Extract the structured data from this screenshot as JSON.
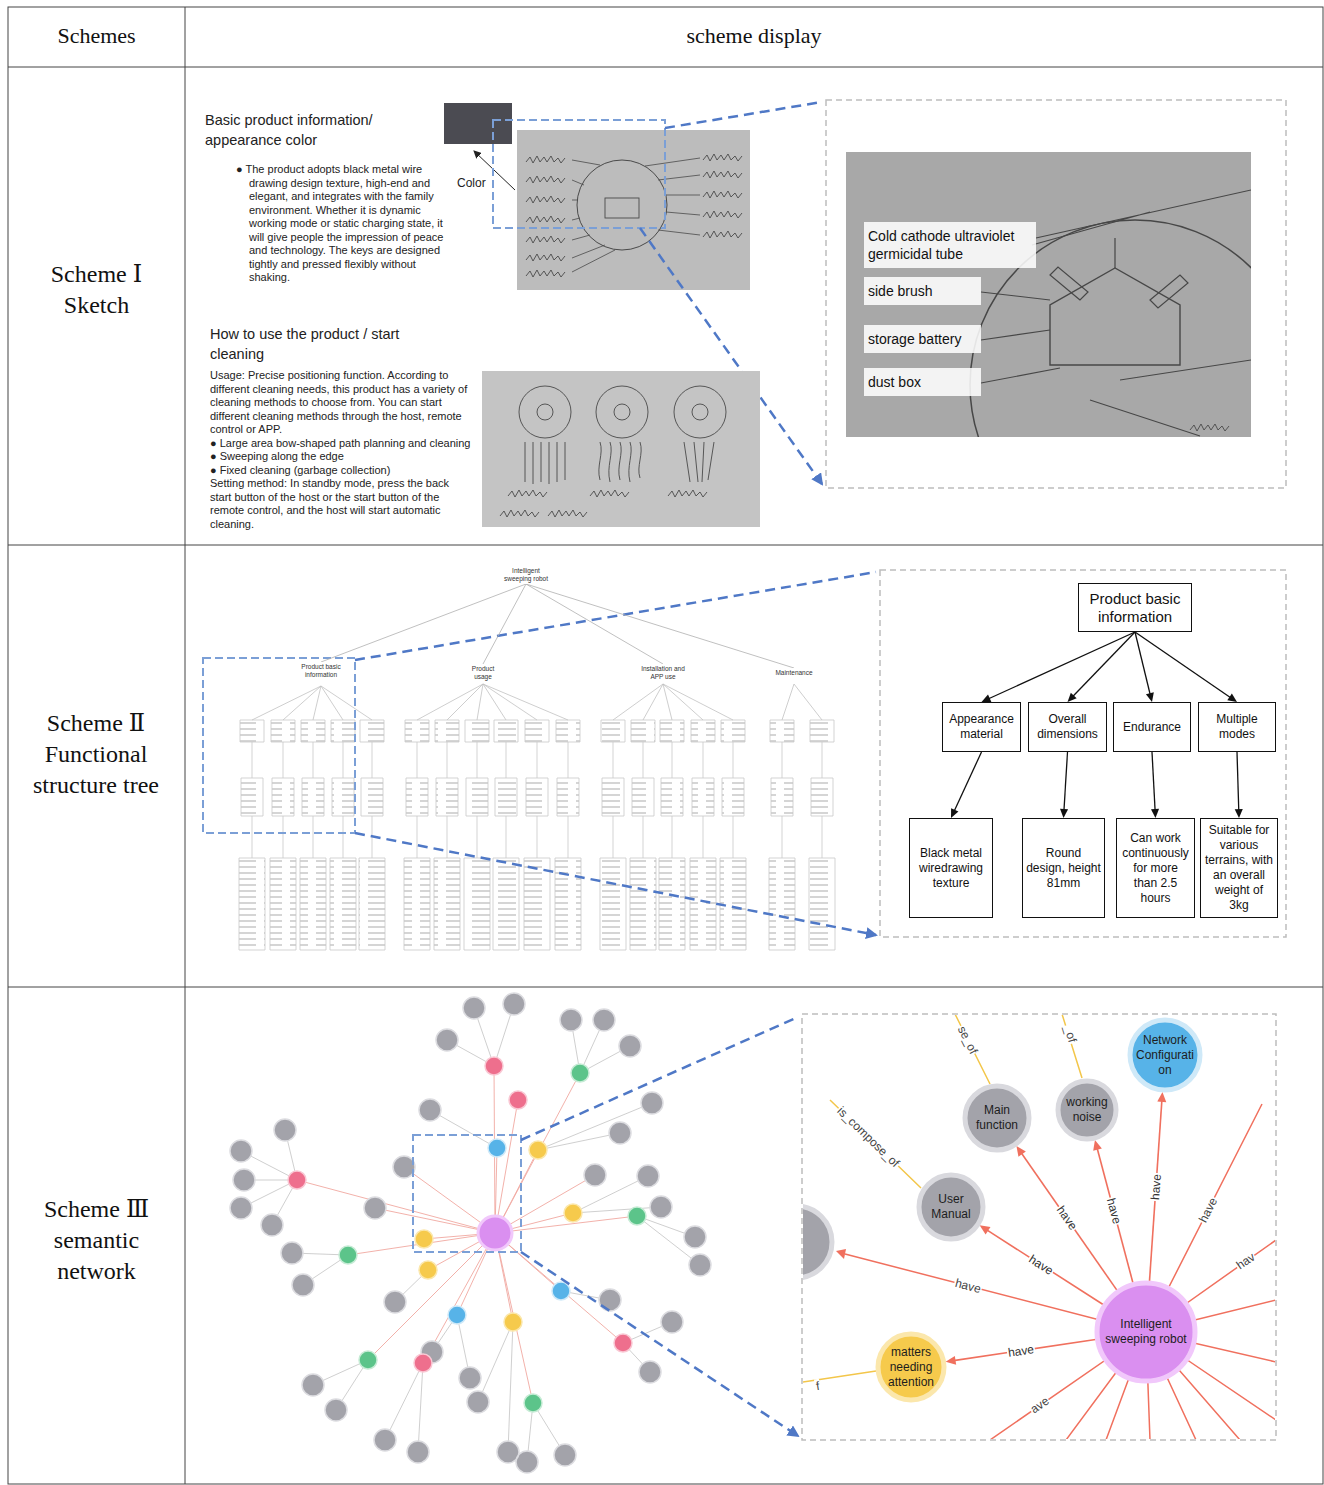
{
  "diagram": {
    "nodes": [
      {
        "text": [
          "Cold cathode ultraviolet germicidal tube"
        ]
      },
      {
        "text": [
          "side brush"
        ]
      },
      {
        "text": [
          "storage battery"
        ]
      },
      {
        "text": [
          "dust box"
        ]
      },
      {
        "text": [
          "Intelligent sweeping robot"
        ]
      },
      {
        "text": [
          "Product basic information"
        ]
      },
      {
        "text": [
          "Product usage"
        ]
      },
      {
        "text": [
          "Installation and APP use"
        ]
      },
      {
        "text": [
          "Maintenance"
        ]
      },
      {
        "text": [
          "Product basic information"
        ]
      },
      {
        "text": [
          "Appearance material"
        ]
      },
      {
        "text": [
          "Overall dimensions"
        ]
      },
      {
        "text": [
          "Endurance"
        ]
      },
      {
        "text": [
          "Multiple modes"
        ]
      },
      {
        "text": [
          "Black metal wiredrawing texture"
        ]
      },
      {
        "text": [
          "Round design, height 81mm"
        ]
      },
      {
        "text": [
          "Can work continuously for more than 2.5 hours"
        ]
      },
      {
        "text": [
          "Suitable for various terrains, with an overall weight of 3kg"
        ]
      },
      {
        "text": [
          "Network Configuration"
        ]
      },
      {
        "text": [
          "working noise"
        ]
      },
      {
        "text": [
          "Main function"
        ]
      },
      {
        "text": [
          "User Manual"
        ]
      },
      {
        "text": [
          "Intelligent sweeping robot"
        ]
      },
      {
        "text": [
          "matters needing attention"
        ]
      }
    ],
    "edges": [
      {
        "from": 4,
        "to": 5,
        "arrow": "none"
      },
      {
        "from": 4,
        "to": 6,
        "arrow": "none"
      },
      {
        "from": 4,
        "to": 7,
        "arrow": "none"
      },
      {
        "from": 4,
        "to": 8,
        "arrow": "none"
      },
      {
        "from": 9,
        "to": 10,
        "arrow": "to"
      },
      {
        "from": 9,
        "to": 11,
        "arrow": "to"
      },
      {
        "from": 9,
        "to": 12,
        "arrow": "to"
      },
      {
        "from": 9,
        "to": 13,
        "arrow": "to"
      },
      {
        "from": 10,
        "to": 14,
        "arrow": "to"
      },
      {
        "from": 11,
        "to": 15,
        "arrow": "to"
      },
      {
        "from": 12,
        "to": 16,
        "arrow": "to"
      },
      {
        "from": 13,
        "to": 17,
        "arrow": "to"
      },
      {
        "from": 22,
        "to": 18,
        "label": "have",
        "arrow": "to"
      },
      {
        "from": 22,
        "to": 19,
        "label": "have",
        "arrow": "to"
      },
      {
        "from": 22,
        "to": 20,
        "label": "have",
        "arrow": "to"
      },
      {
        "from": 22,
        "to": 21,
        "label": "have",
        "arrow": "to"
      },
      {
        "from": 22,
        "to": 23,
        "label": "have",
        "arrow": "to"
      }
    ],
    "labels": [
      "Schemes",
      "scheme display",
      "Scheme Ⅰ Sketch",
      "Basic product information/ appearance color",
      "● The product adopts black metal wire drawing design texture, high-end and elegant, and integrates with the family environment. Whether it is dynamic working mode or static charging state, it will give people the impression of peace and technology. The keys are designed tightly and pressed flexibly without shaking.",
      "Color",
      "How to use the product / start cleaning",
      "Usage: Precise positioning function. According to different cleaning needs, this product has a variety of cleaning methods to choose from. You can start different cleaning methods through the host, remote control or APP.",
      "● Large area bow-shaped path planning and cleaning",
      "● Sweeping along the edge",
      "● Fixed cleaning (garbage collection)",
      "Setting method: In standby mode, press the back start button of the host or the start button of the remote control, and the host will start automatic cleaning.",
      "Scheme Ⅱ Functional structure tree",
      "Scheme Ⅲ semantic network",
      "se_of",
      "_of",
      "is_compose_of",
      "f",
      "have",
      "have",
      "hav",
      "ave"
    ]
  }
}
